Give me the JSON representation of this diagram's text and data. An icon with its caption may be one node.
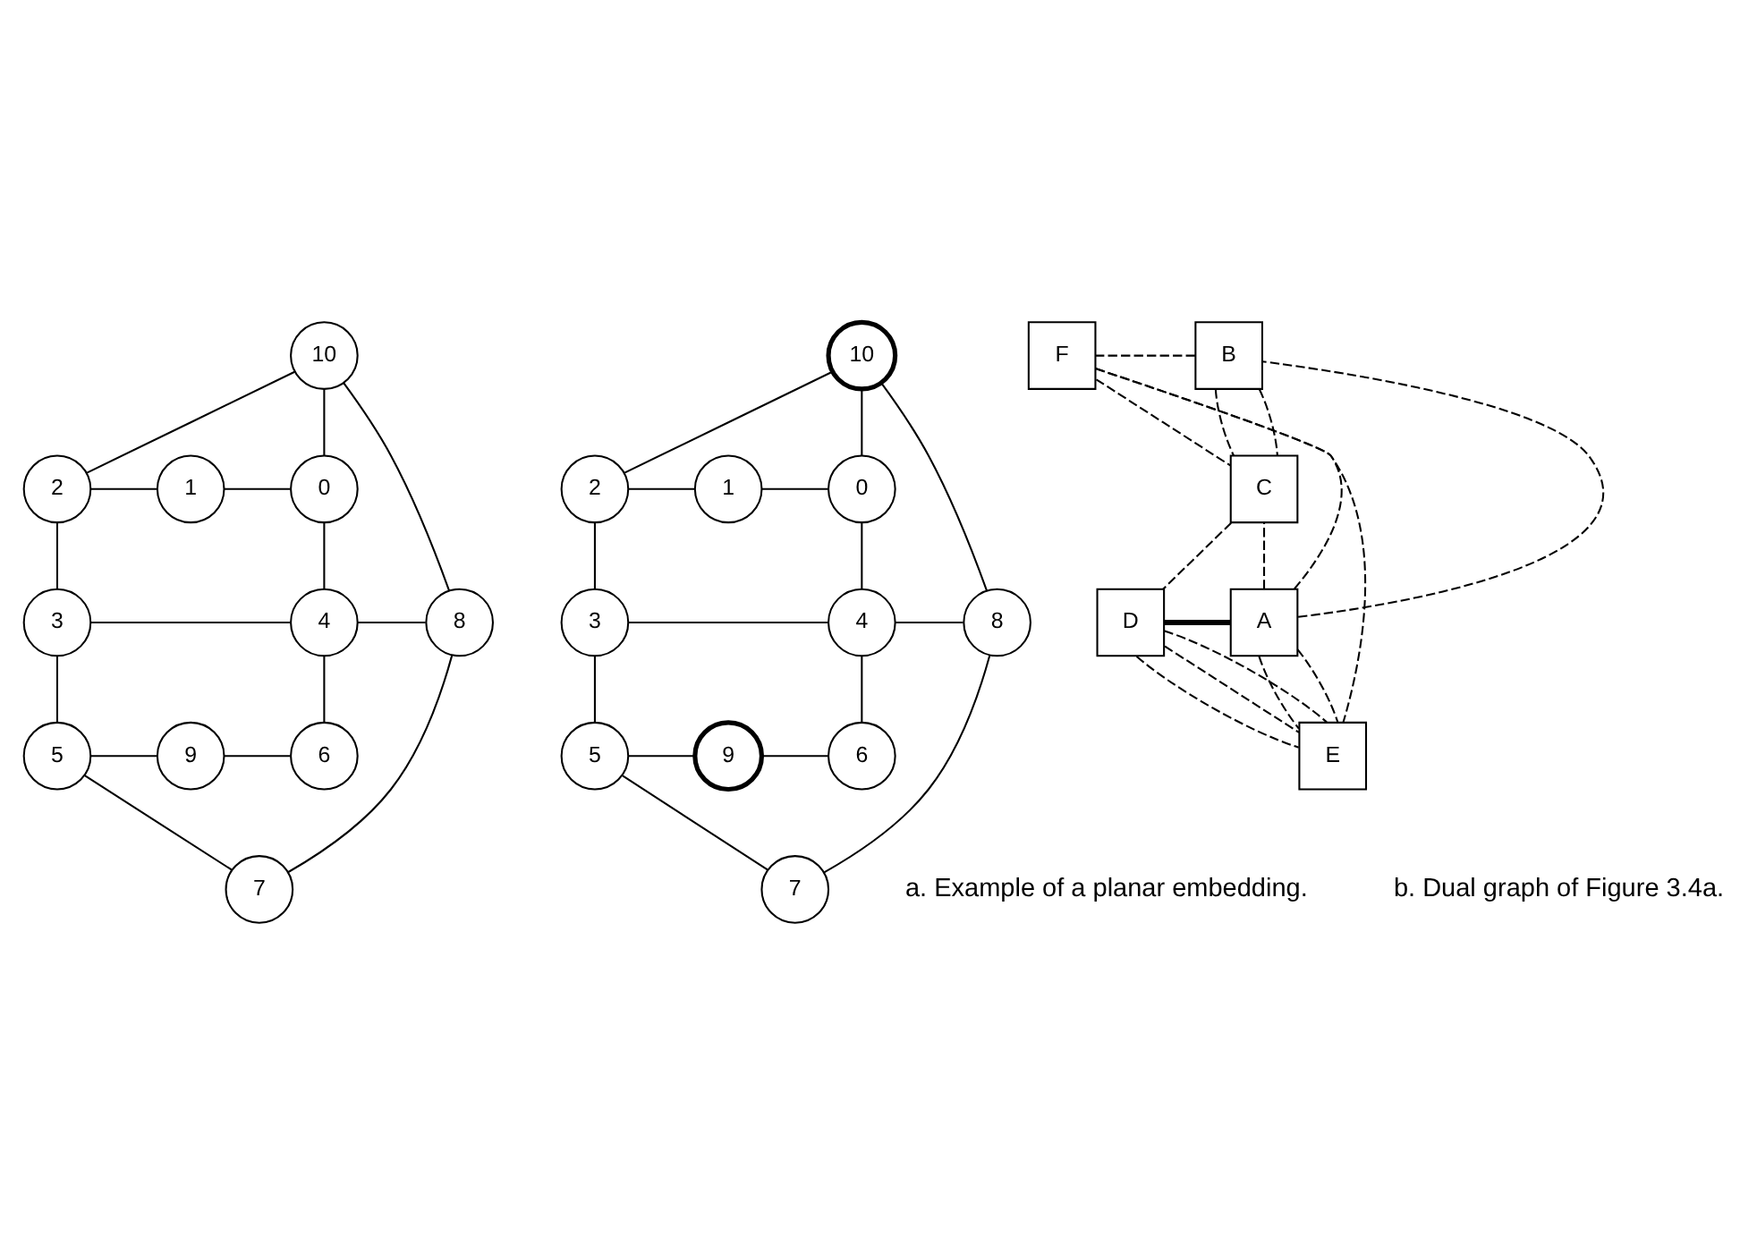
{
  "diagram": {
    "nodes": [
      {
        "text": [
          "10"
        ]
      },
      {
        "text": [
          "2"
        ]
      },
      {
        "text": [
          "1"
        ]
      },
      {
        "text": [
          "0"
        ]
      },
      {
        "text": [
          "3"
        ]
      },
      {
        "text": [
          "4"
        ]
      },
      {
        "text": [
          "8"
        ]
      },
      {
        "text": [
          "5"
        ]
      },
      {
        "text": [
          "9"
        ]
      },
      {
        "text": [
          "6"
        ]
      },
      {
        "text": [
          "7"
        ]
      },
      {
        "text": [
          "10"
        ]
      },
      {
        "text": [
          "F"
        ]
      },
      {
        "text": [
          "B"
        ]
      },
      {
        "text": [
          "2"
        ]
      },
      {
        "text": [
          "1"
        ]
      },
      {
        "text": [
          "0"
        ]
      },
      {
        "text": [
          "C"
        ]
      },
      {
        "text": [
          "A"
        ]
      },
      {
        "text": [
          "3"
        ]
      },
      {
        "text": [
          "4"
        ]
      },
      {
        "text": [
          "8"
        ]
      },
      {
        "text": [
          "D"
        ]
      },
      {
        "text": [
          "5"
        ]
      },
      {
        "text": [
          "9"
        ]
      },
      {
        "text": [
          "6"
        ]
      },
      {
        "text": [
          "E"
        ]
      },
      {
        "text": [
          "7"
        ]
      }
    ],
    "edges": [
      {
        "from": 0,
        "to": 1,
        "arrow": "none"
      },
      {
        "from": 0,
        "to": 3,
        "arrow": "none"
      },
      {
        "from": 0,
        "to": 6,
        "arrow": "none"
      },
      {
        "from": 1,
        "to": 2,
        "arrow": "none"
      },
      {
        "from": 2,
        "to": 3,
        "arrow": "none"
      },
      {
        "from": 1,
        "to": 4,
        "arrow": "none"
      },
      {
        "from": 3,
        "to": 5,
        "arrow": "none"
      },
      {
        "from": 4,
        "to": 5,
        "arrow": "none"
      },
      {
        "from": 5,
        "to": 6,
        "arrow": "none"
      },
      {
        "from": 4,
        "to": 7,
        "arrow": "none"
      },
      {
        "from": 5,
        "to": 9,
        "arrow": "none"
      },
      {
        "from": 7,
        "to": 8,
        "arrow": "none"
      },
      {
        "from": 8,
        "to": 9,
        "arrow": "none"
      },
      {
        "from": 7,
        "to": 10,
        "arrow": "none"
      },
      {
        "from": 10,
        "to": 6,
        "arrow": "none"
      },
      {
        "from": 11,
        "to": 14,
        "arrow": "none"
      },
      {
        "from": 11,
        "to": 16,
        "arrow": "none"
      },
      {
        "from": 11,
        "to": 21,
        "arrow": "none"
      },
      {
        "from": 14,
        "to": 15,
        "arrow": "none"
      },
      {
        "from": 15,
        "to": 16,
        "arrow": "none"
      },
      {
        "from": 14,
        "to": 19,
        "arrow": "none"
      },
      {
        "from": 16,
        "to": 20,
        "arrow": "none"
      },
      {
        "from": 19,
        "to": 20,
        "arrow": "none"
      },
      {
        "from": 20,
        "to": 21,
        "arrow": "none"
      },
      {
        "from": 19,
        "to": 23,
        "arrow": "none"
      },
      {
        "from": 20,
        "to": 25,
        "arrow": "none"
      },
      {
        "from": 23,
        "to": 24,
        "arrow": "none"
      },
      {
        "from": 24,
        "to": 25,
        "arrow": "none"
      },
      {
        "from": 23,
        "to": 27,
        "arrow": "none"
      },
      {
        "from": 27,
        "to": 21,
        "arrow": "none"
      },
      {
        "from": 18,
        "to": 12,
        "arrow": "none",
        "style": "dashed"
      },
      {
        "from": 18,
        "to": 13,
        "arrow": "none",
        "style": "dashed"
      },
      {
        "from": 13,
        "to": 12,
        "arrow": "none",
        "style": "dashed"
      },
      {
        "from": 13,
        "to": 17,
        "arrow": "none",
        "style": "dashed"
      },
      {
        "from": 13,
        "to": 17,
        "arrow": "none",
        "style": "dashed"
      },
      {
        "from": 12,
        "to": 17,
        "arrow": "none",
        "style": "dashed"
      },
      {
        "from": 12,
        "to": 26,
        "arrow": "none",
        "style": "dashed"
      },
      {
        "from": 18,
        "to": 17,
        "arrow": "none",
        "style": "dashed"
      },
      {
        "from": 17,
        "to": 22,
        "arrow": "none",
        "style": "dashed"
      },
      {
        "from": 18,
        "to": 22,
        "arrow": "none",
        "style": "thick"
      },
      {
        "from": 22,
        "to": 26,
        "arrow": "none",
        "style": "dashed"
      },
      {
        "from": 22,
        "to": 26,
        "arrow": "none",
        "style": "dashed"
      },
      {
        "from": 22,
        "to": 26,
        "arrow": "none",
        "style": "dashed"
      },
      {
        "from": 18,
        "to": 26,
        "arrow": "none",
        "style": "dashed"
      },
      {
        "from": 18,
        "to": 26,
        "arrow": "none",
        "style": "dashed"
      }
    ],
    "labels": [
      "a. Example of a planar embedding.",
      "b. Dual graph of Figure 3.4a."
    ]
  }
}
